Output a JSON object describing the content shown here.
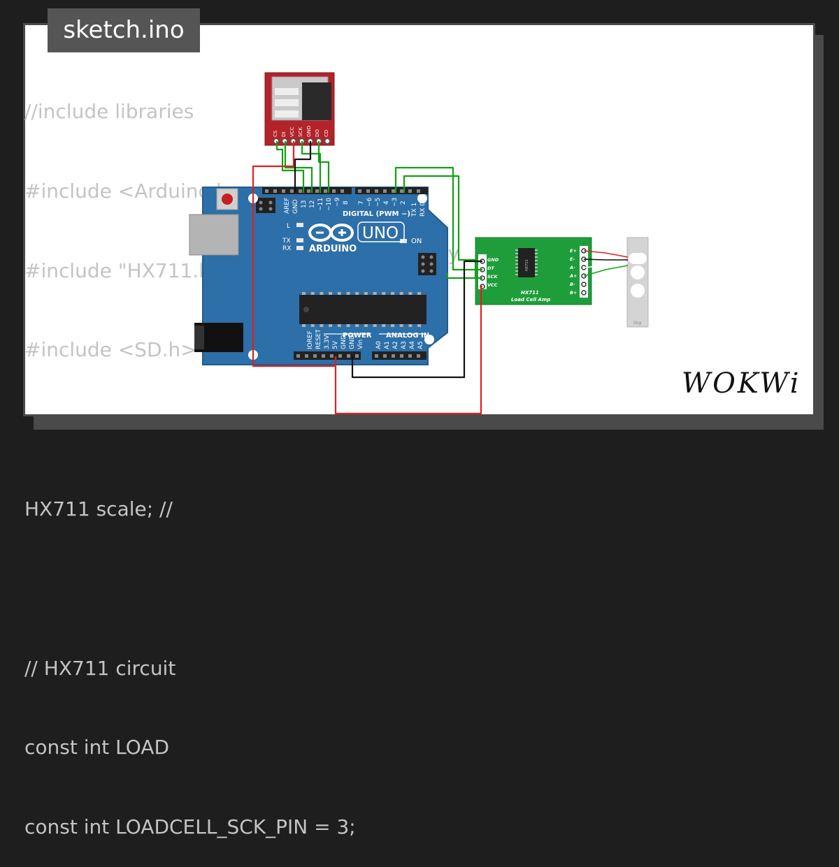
{
  "title": "sketch.ino",
  "code_lines": [
    "//include libraries",
    "#include <Arduino.h>",
    "#include \"HX711.h\"",
    "#include <SD.h>",
    "",
    "HX711 scale; //",
    "",
    "// HX711 circuit",
    "const int LOAD",
    "const int LOADCELL_SCK_PIN = 3;"
  ],
  "code_fragment_right": "ary",
  "brand": "WOKWi",
  "sd_module": {
    "pins": [
      "CS",
      "DI",
      "VCC",
      "SCK",
      "GND",
      "DO",
      "CD"
    ]
  },
  "arduino": {
    "logo_text": "ARDUINO",
    "model": "UNO",
    "labels": {
      "aref": "AREF",
      "gnd": "GND",
      "d13": "13",
      "d12": "12",
      "d11": "~11",
      "d10": "~10",
      "d9": "~9",
      "d8": "8",
      "d7": "7",
      "d6": "~6",
      "d5": "~5",
      "d4": "4",
      "d3": "~3",
      "d2": "2",
      "tx1": "TX 1",
      "rx0": "RX 0",
      "digital": "DIGITAL (PWM ~)",
      "l": "L",
      "tx": "TX",
      "rx": "RX",
      "on": "ON",
      "power": "POWER",
      "analog": "ANALOG IN",
      "ioref": "IOREF",
      "reset": "RESET",
      "v33": "3.3V",
      "v5": "5V",
      "gnd1": "GND",
      "gnd2": "GND",
      "vin": "Vin",
      "a0": "A0",
      "a1": "A1",
      "a2": "A2",
      "a3": "A3",
      "a4": "A4",
      "a5": "A5"
    }
  },
  "hx711": {
    "left_pins": [
      "GND",
      "DT",
      "SCK",
      "VCC"
    ],
    "right_pins": [
      "E+",
      "E-",
      "A-",
      "A+",
      "B-",
      "B+"
    ],
    "chip_label": "HX711",
    "title": "HX711",
    "subtitle": "Load Cell Amp"
  },
  "load_cell": {
    "label": "5kg"
  },
  "colors": {
    "pcb_blue": "#2d6fa8",
    "sd_red": "#b3232a",
    "hx_green": "#1f9d3a",
    "wire_red": "#e02020",
    "wire_green": "#13a013",
    "wire_black": "#111111",
    "code_gray": "#c4c4c4"
  }
}
